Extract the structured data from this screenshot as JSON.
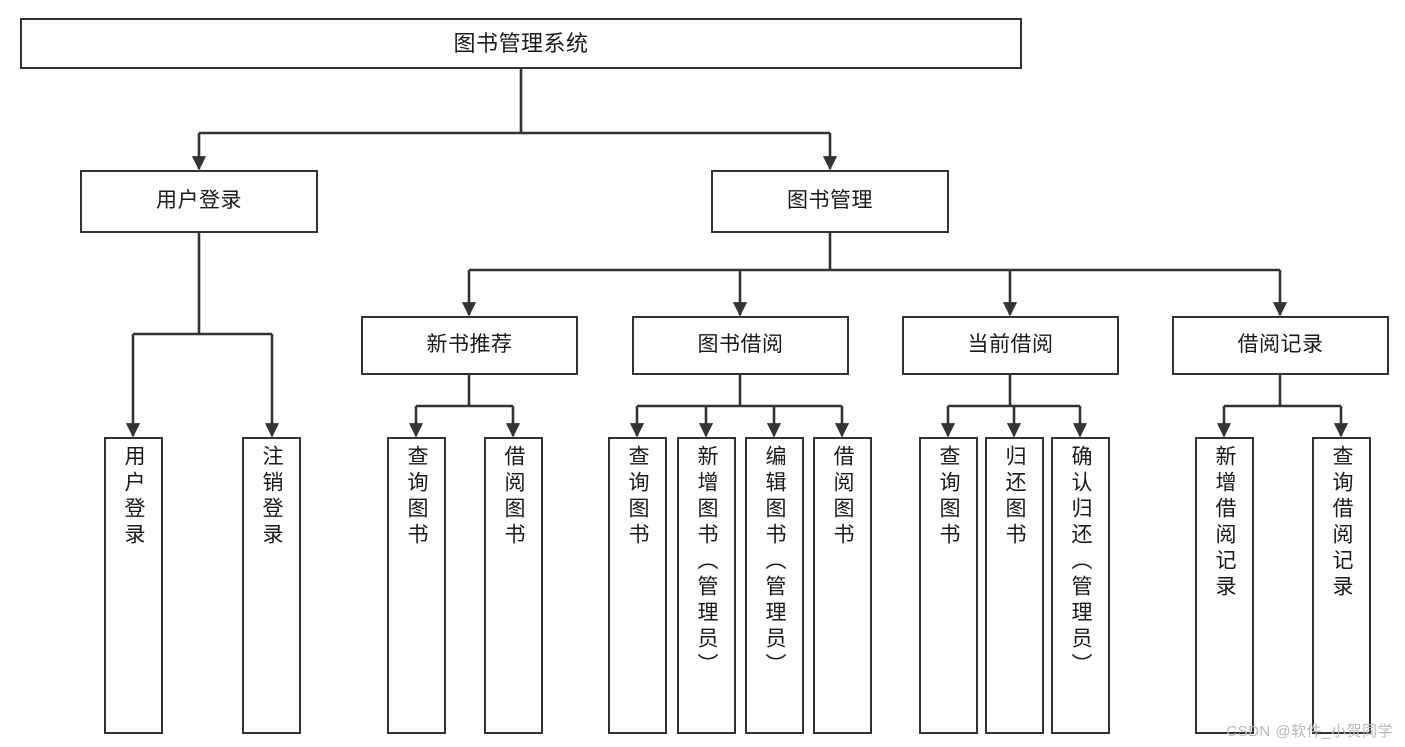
{
  "diagram": {
    "type": "tree",
    "title": "图书管理系统",
    "watermark": "CSDN @软件_小贺同学",
    "colors": {
      "stroke": "#333333",
      "fill": "#ffffff",
      "text": "#1a1a1a",
      "watermark": "#b8b8b8"
    },
    "nodes": {
      "root": {
        "label": "图书管理系统",
        "level": 1
      },
      "l2_user_login": {
        "label": "用户登录",
        "level": 2
      },
      "l2_book_manage": {
        "label": "图书管理",
        "level": 2
      },
      "l3_new_book_rec": {
        "label": "新书推荐",
        "level": 3
      },
      "l3_book_borrow": {
        "label": "图书借阅",
        "level": 3
      },
      "l3_current_borrow": {
        "label": "当前借阅",
        "level": 3
      },
      "l3_borrow_record": {
        "label": "借阅记录",
        "level": 3
      },
      "l4_user_login": {
        "label": "用户登录",
        "level": 4
      },
      "l4_logout": {
        "label": "注销登录",
        "level": 4
      },
      "l4_query_book_a": {
        "label": "查询图书",
        "level": 4
      },
      "l4_borrow_book_a": {
        "label": "借阅图书",
        "level": 4
      },
      "l4_query_book_b": {
        "label": "查询图书",
        "level": 4
      },
      "l4_add_book": {
        "label": "新增图书（管理员）",
        "level": 4
      },
      "l4_edit_book": {
        "label": "编辑图书（管理员）",
        "level": 4
      },
      "l4_borrow_book_b": {
        "label": "借阅图书",
        "level": 4
      },
      "l4_query_book_c": {
        "label": "查询图书",
        "level": 4
      },
      "l4_return_book": {
        "label": "归还图书",
        "level": 4
      },
      "l4_confirm_return": {
        "label": "确认归还（管理员）",
        "level": 4
      },
      "l4_add_record": {
        "label": "新增借阅记录",
        "level": 4
      },
      "l4_query_record": {
        "label": "查询借阅记录",
        "level": 4
      }
    },
    "edges": [
      {
        "from": "root",
        "to": "l2_user_login"
      },
      {
        "from": "root",
        "to": "l2_book_manage"
      },
      {
        "from": "l2_user_login",
        "to": "l4_user_login"
      },
      {
        "from": "l2_user_login",
        "to": "l4_logout"
      },
      {
        "from": "l2_book_manage",
        "to": "l3_new_book_rec"
      },
      {
        "from": "l2_book_manage",
        "to": "l3_book_borrow"
      },
      {
        "from": "l2_book_manage",
        "to": "l3_current_borrow"
      },
      {
        "from": "l2_book_manage",
        "to": "l3_borrow_record"
      },
      {
        "from": "l3_new_book_rec",
        "to": "l4_query_book_a"
      },
      {
        "from": "l3_new_book_rec",
        "to": "l4_borrow_book_a"
      },
      {
        "from": "l3_book_borrow",
        "to": "l4_query_book_b"
      },
      {
        "from": "l3_book_borrow",
        "to": "l4_add_book"
      },
      {
        "from": "l3_book_borrow",
        "to": "l4_edit_book"
      },
      {
        "from": "l3_book_borrow",
        "to": "l4_borrow_book_b"
      },
      {
        "from": "l3_current_borrow",
        "to": "l4_query_book_c"
      },
      {
        "from": "l3_current_borrow",
        "to": "l4_return_book"
      },
      {
        "from": "l3_current_borrow",
        "to": "l4_confirm_return"
      },
      {
        "from": "l3_borrow_record",
        "to": "l4_add_record"
      },
      {
        "from": "l3_borrow_record",
        "to": "l4_query_record"
      }
    ]
  }
}
